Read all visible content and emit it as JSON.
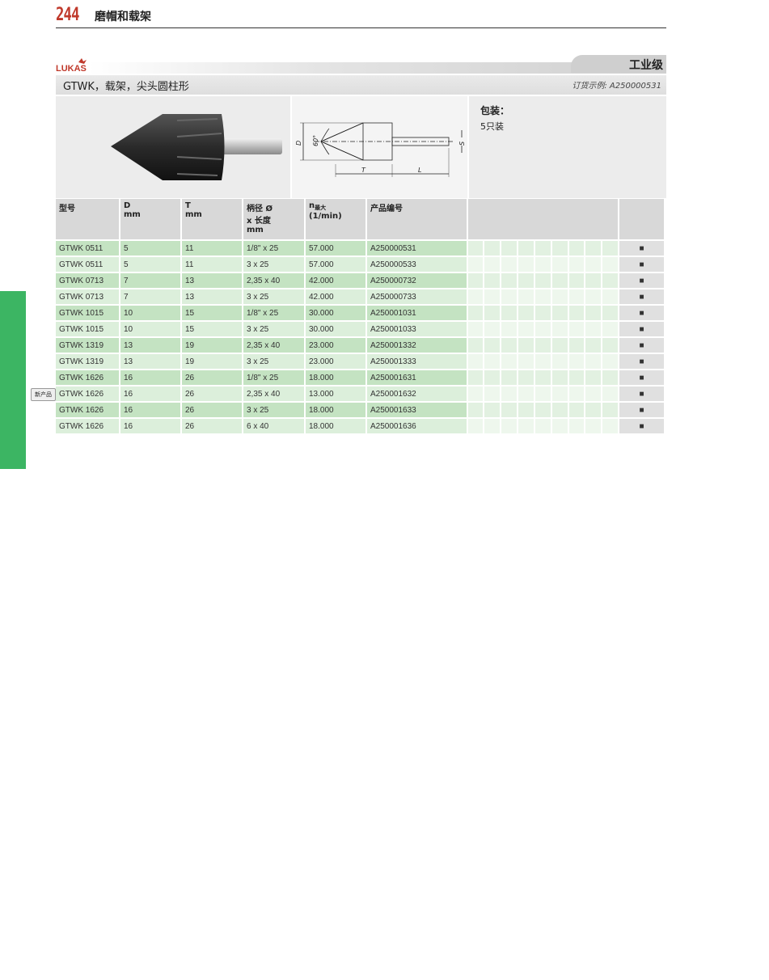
{
  "header": {
    "page_number": "244",
    "section_title": "磨帽和载架"
  },
  "brand": {
    "logo_text": "LUKAS",
    "grade": "工业级"
  },
  "product": {
    "name": "GTWK，载架，尖头圆柱形",
    "order_example": "订货示例: A250000531"
  },
  "diagram": {
    "angle_label": "60°",
    "d_label": "D",
    "s_label": "S",
    "t_label": "T",
    "l_label": "L"
  },
  "packaging": {
    "label": "包装：",
    "value": "5只装"
  },
  "table": {
    "headers": {
      "model": "型号",
      "d_name": "D",
      "d_unit": "mm",
      "t_name": "T",
      "t_unit": "mm",
      "shank_line1": "柄径 Ø",
      "shank_line2": "x 长度",
      "shank_unit": "mm",
      "n_main": "n",
      "n_sub": "最大",
      "n_unit": "(1/min)",
      "code": "产品编号"
    },
    "rows": [
      {
        "model": "GTWK 0511",
        "d": "5",
        "t": "11",
        "shank": "1/8\" x 25",
        "n": "57.000",
        "code": "A250000531",
        "avail": "■"
      },
      {
        "model": "GTWK 0511",
        "d": "5",
        "t": "11",
        "shank": "3 x 25",
        "n": "57.000",
        "code": "A250000533",
        "avail": "■"
      },
      {
        "model": "GTWK 0713",
        "d": "7",
        "t": "13",
        "shank": "2,35 x 40",
        "n": "42.000",
        "code": "A250000732",
        "avail": "■"
      },
      {
        "model": "GTWK 0713",
        "d": "7",
        "t": "13",
        "shank": "3 x 25",
        "n": "42.000",
        "code": "A250000733",
        "avail": "■"
      },
      {
        "model": "GTWK 1015",
        "d": "10",
        "t": "15",
        "shank": "1/8\" x 25",
        "n": "30.000",
        "code": "A250001031",
        "avail": "■"
      },
      {
        "model": "GTWK 1015",
        "d": "10",
        "t": "15",
        "shank": "3 x 25",
        "n": "30.000",
        "code": "A250001033",
        "avail": "■"
      },
      {
        "model": "GTWK 1319",
        "d": "13",
        "t": "19",
        "shank": "2,35 x 40",
        "n": "23.000",
        "code": "A250001332",
        "avail": "■"
      },
      {
        "model": "GTWK 1319",
        "d": "13",
        "t": "19",
        "shank": "3 x 25",
        "n": "23.000",
        "code": "A250001333",
        "avail": "■"
      },
      {
        "model": "GTWK 1626",
        "d": "16",
        "t": "26",
        "shank": "1/8\" x 25",
        "n": "18.000",
        "code": "A250001631",
        "avail": "■"
      },
      {
        "model": "GTWK 1626",
        "d": "16",
        "t": "26",
        "shank": "2,35 x 40",
        "n": "13.000",
        "code": "A250001632",
        "avail": "■"
      },
      {
        "model": "GTWK 1626",
        "d": "16",
        "t": "26",
        "shank": "3 x 25",
        "n": "18.000",
        "code": "A250001633",
        "avail": "■"
      },
      {
        "model": "GTWK 1626",
        "d": "16",
        "t": "26",
        "shank": "6 x 40",
        "n": "18.000",
        "code": "A250001636",
        "avail": "■"
      }
    ]
  },
  "new_product_badge": "新产品",
  "new_product_row": 9,
  "colors": {
    "accent_red": "#c0392b",
    "row_green": "#c4e3c2",
    "row_green_light": "#dcefdb",
    "side_tab": "#3cb563"
  }
}
